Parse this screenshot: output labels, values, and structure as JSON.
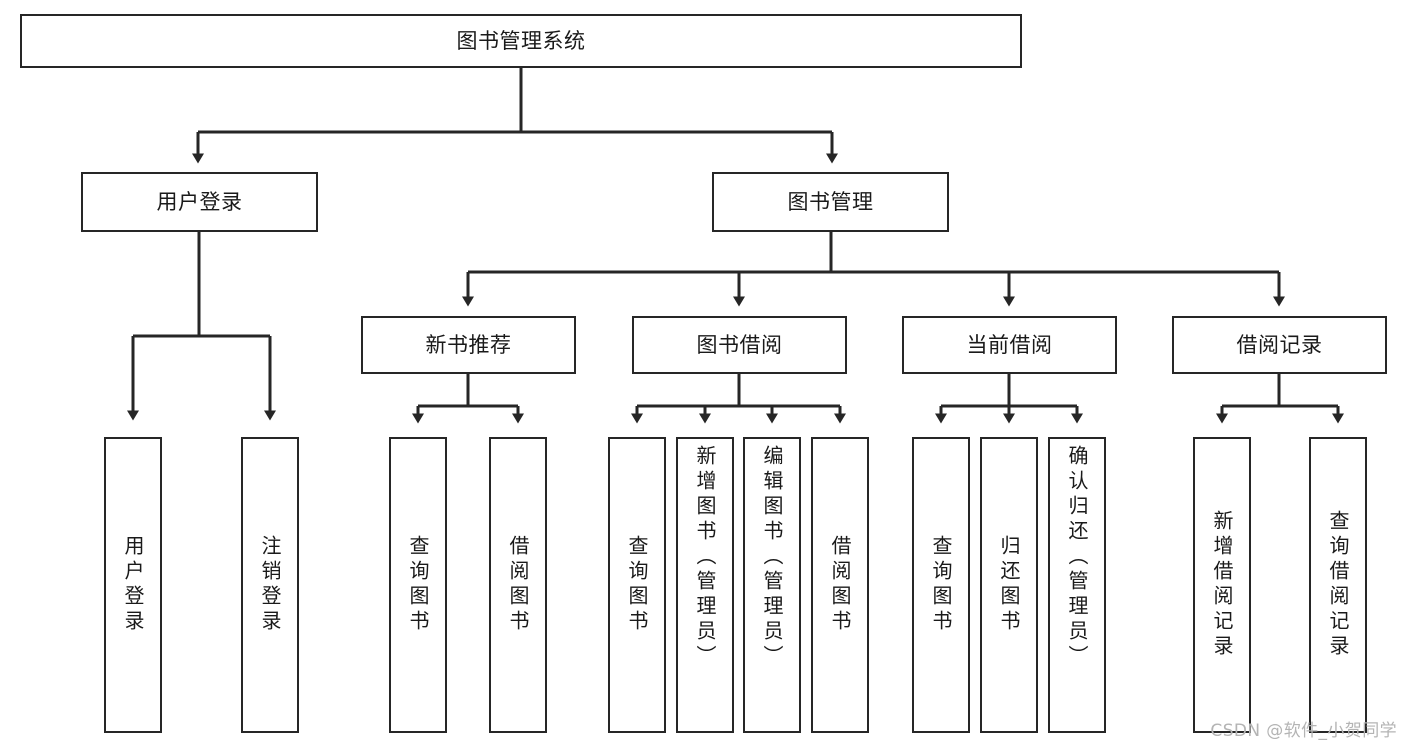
{
  "diagram": {
    "title": "图书管理系统",
    "type": "tree-hierarchy-chart",
    "root": {
      "id": "root",
      "label": "图书管理系统"
    },
    "level2": [
      {
        "id": "user-login",
        "label": "用户登录"
      },
      {
        "id": "book-manage",
        "label": "图书管理"
      }
    ],
    "level3": [
      {
        "id": "new-book-recommend",
        "label": "新书推荐"
      },
      {
        "id": "book-borrow",
        "label": "图书借阅"
      },
      {
        "id": "current-borrow",
        "label": "当前借阅"
      },
      {
        "id": "borrow-record",
        "label": "借阅记录"
      }
    ],
    "leaves": [
      {
        "id": "leaf-user-login",
        "label": "用户登录",
        "parent": "user-login",
        "align": "center"
      },
      {
        "id": "leaf-user-logout",
        "label": "注销登录",
        "parent": "user-login",
        "align": "center"
      },
      {
        "id": "leaf-query-book-1",
        "label": "查询图书",
        "parent": "new-book-recommend",
        "align": "center"
      },
      {
        "id": "leaf-borrow-book-1",
        "label": "借阅图书",
        "parent": "new-book-recommend",
        "align": "center"
      },
      {
        "id": "leaf-query-book-2",
        "label": "查询图书",
        "parent": "book-borrow",
        "align": "center"
      },
      {
        "id": "leaf-add-book",
        "label": "新增图书（管理员）",
        "parent": "book-borrow",
        "align": "top"
      },
      {
        "id": "leaf-edit-book",
        "label": "编辑图书（管理员）",
        "parent": "book-borrow",
        "align": "top"
      },
      {
        "id": "leaf-borrow-book-2",
        "label": "借阅图书",
        "parent": "book-borrow",
        "align": "center"
      },
      {
        "id": "leaf-query-book-3",
        "label": "查询图书",
        "parent": "current-borrow",
        "align": "center"
      },
      {
        "id": "leaf-return-book",
        "label": "归还图书",
        "parent": "current-borrow",
        "align": "center"
      },
      {
        "id": "leaf-confirm-return",
        "label": "确认归还（管理员）",
        "parent": "current-borrow",
        "align": "top"
      },
      {
        "id": "leaf-add-record",
        "label": "新增借阅记录",
        "parent": "borrow-record",
        "align": "center"
      },
      {
        "id": "leaf-query-record",
        "label": "查询借阅记录",
        "parent": "borrow-record",
        "align": "center"
      }
    ],
    "watermark": "CSDN @软件_小贺同学",
    "colors": {
      "stroke": "#262626",
      "box_fill": "#ffffff",
      "text": "#1a1a1a",
      "watermark": "#b4b4b4",
      "background": "#ffffff"
    }
  }
}
